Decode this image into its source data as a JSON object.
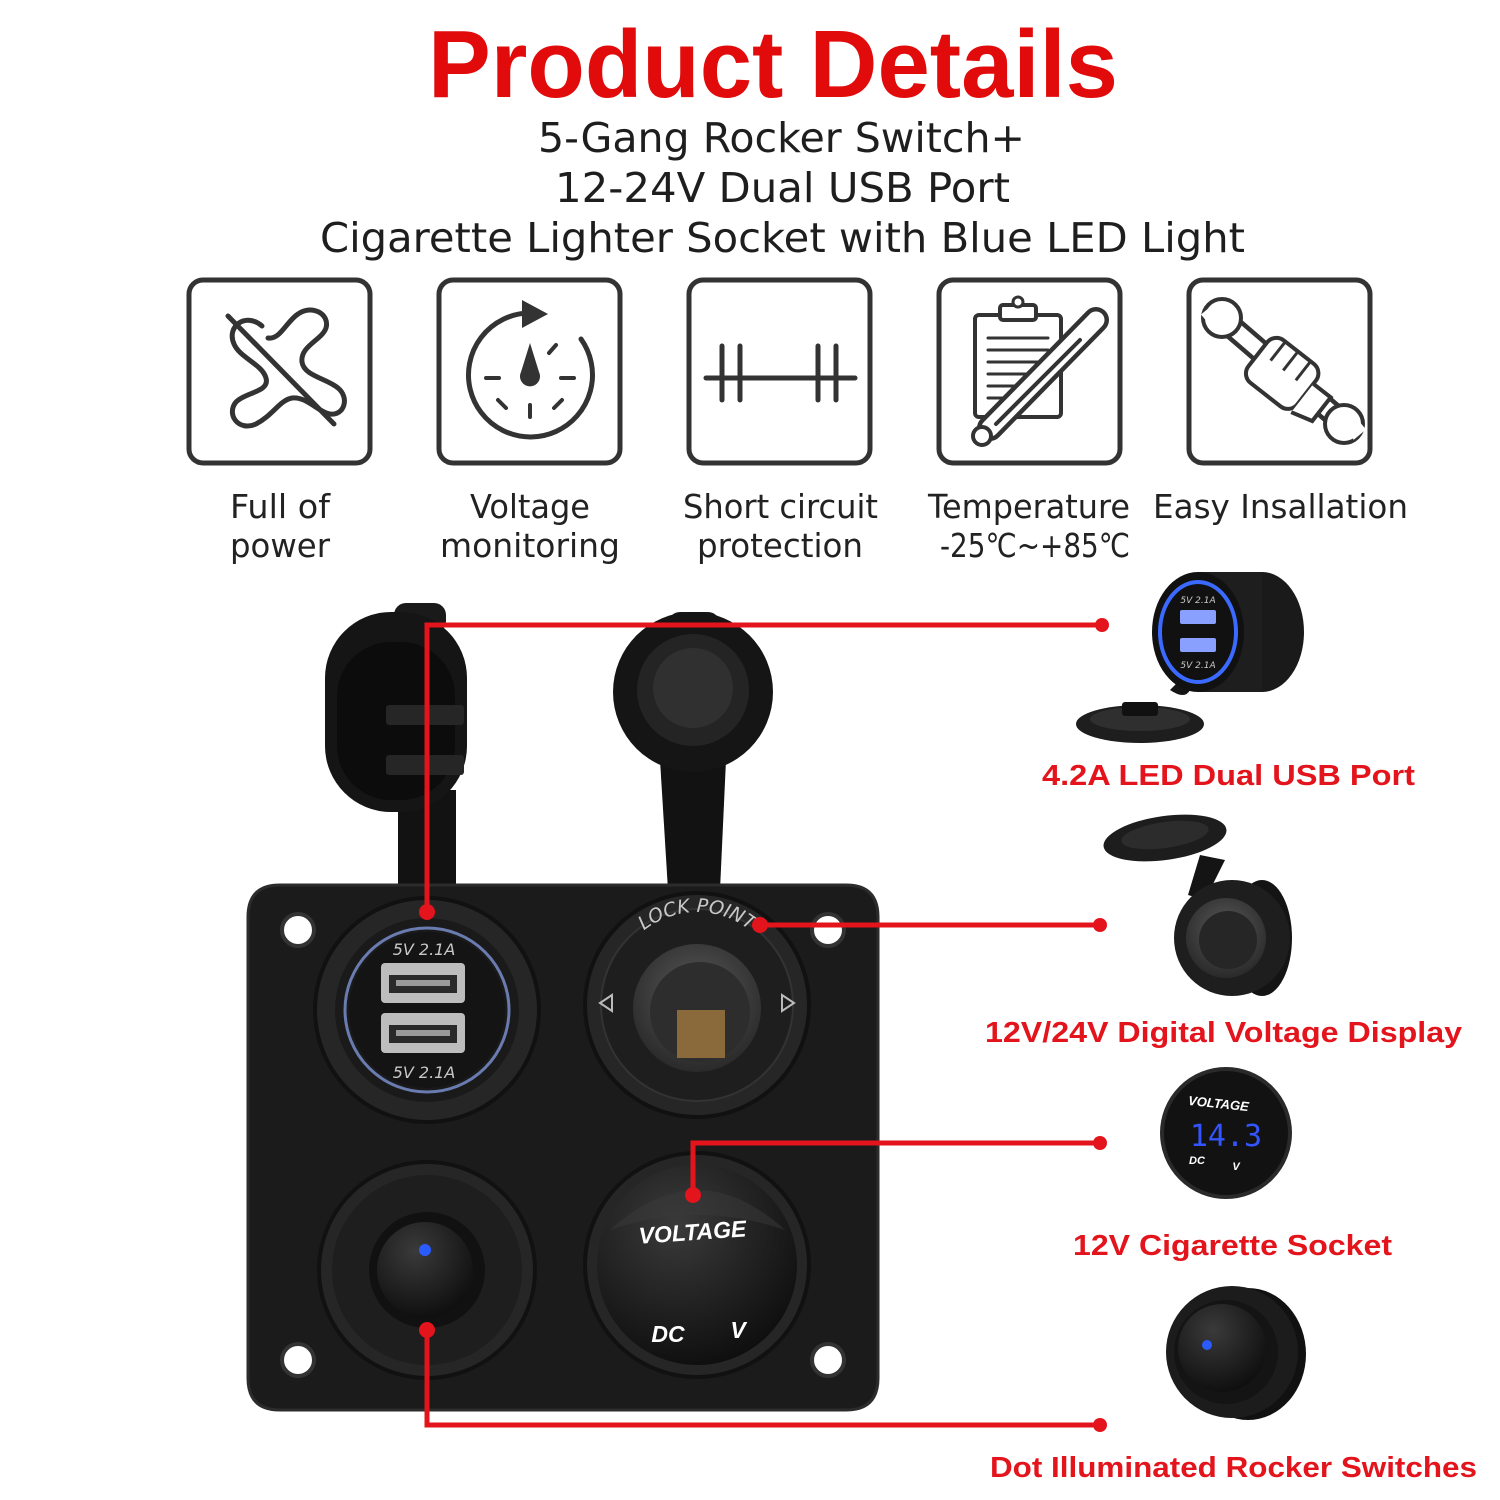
{
  "title": "Product Details",
  "subtitle": {
    "line1": "5-Gang Rocker Switch+",
    "line2": "12-24V Dual USB Port",
    "line3": "Cigarette Lighter Socket with Blue LED Light"
  },
  "features": [
    {
      "icon": "no-tangle-cable-icon",
      "lines": [
        "Full of",
        "power"
      ]
    },
    {
      "icon": "timer-icon",
      "lines": [
        "Voltage",
        "monitoring"
      ]
    },
    {
      "icon": "circuit-icon",
      "lines": [
        "Short circuit",
        "protection"
      ]
    },
    {
      "icon": "clipboard-thermometer-icon",
      "lines": [
        "Temperature",
        "-25℃~+85℃"
      ]
    },
    {
      "icon": "wrench-hand-icon",
      "lines": [
        "Easy Insallation"
      ]
    }
  ],
  "panel": {
    "usb_rating_top": "5V 2.1A",
    "usb_rating_bottom": "5V 2.1A",
    "socket_ring_text": "LOCK POINT",
    "meter_title": "VOLTAGE",
    "meter_dc": "DC",
    "meter_v": "V"
  },
  "callouts": [
    {
      "label": "4.2A LED Dual USB Port"
    },
    {
      "label": "12V/24V Digital Voltage Display"
    },
    {
      "label": "12V Cigarette Socket"
    },
    {
      "label": "Dot Illuminated Rocker Switches"
    }
  ],
  "thumbnails": {
    "usb_rating_top": "5V 2.1A",
    "usb_rating_bottom": "5V 2.1A",
    "meter_title": "VOLTAGE",
    "meter_reading": "14.3",
    "meter_dc": "DC",
    "meter_v": "V"
  },
  "colors": {
    "title": "#e10b0b",
    "accent": "#e3141c",
    "text": "#222222",
    "panel": "#1b1b1b",
    "led": "#2a5bff"
  }
}
